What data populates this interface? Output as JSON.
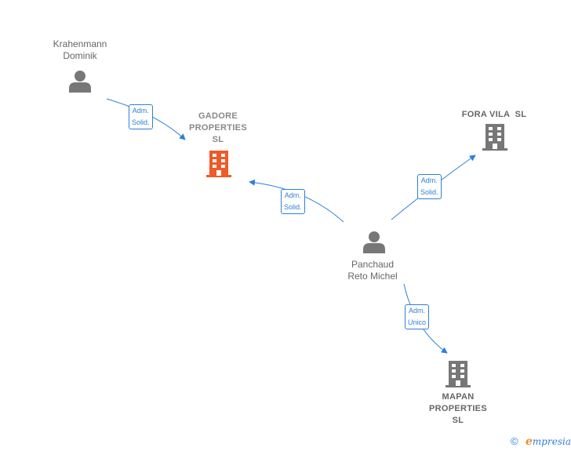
{
  "people": {
    "krahenmann": {
      "line1": "Krahenmann",
      "line2": "Dominik"
    },
    "panchaud": {
      "line1": "Panchaud",
      "line2": "Reto Michel"
    }
  },
  "companies": {
    "gadore": {
      "line1": "GADORE",
      "line2": "PROPERTIES",
      "line3": "SL",
      "highlight": "#f05a28"
    },
    "fora_vila": {
      "line1": "FORA VILA  SL"
    },
    "mapan": {
      "line1": "MAPAN",
      "line2": "PROPERTIES",
      "line3": "SL"
    }
  },
  "edges": {
    "krahenmann_gadore": {
      "line1": "Adm.",
      "line2": "Solid."
    },
    "panchaud_gadore": {
      "line1": "Adm.",
      "line2": "Solid."
    },
    "panchaud_fora": {
      "line1": "Adm.",
      "line2": "Solid."
    },
    "panchaud_mapan": {
      "line1": "Adm.",
      "line2": "Unico"
    }
  },
  "footer": {
    "copyright_symbol": "©",
    "brand_initial": "e",
    "brand_rest": "mpresia"
  },
  "colors": {
    "edge": "#2f7fd8",
    "icon": "#777777",
    "highlight": "#f05a28"
  }
}
